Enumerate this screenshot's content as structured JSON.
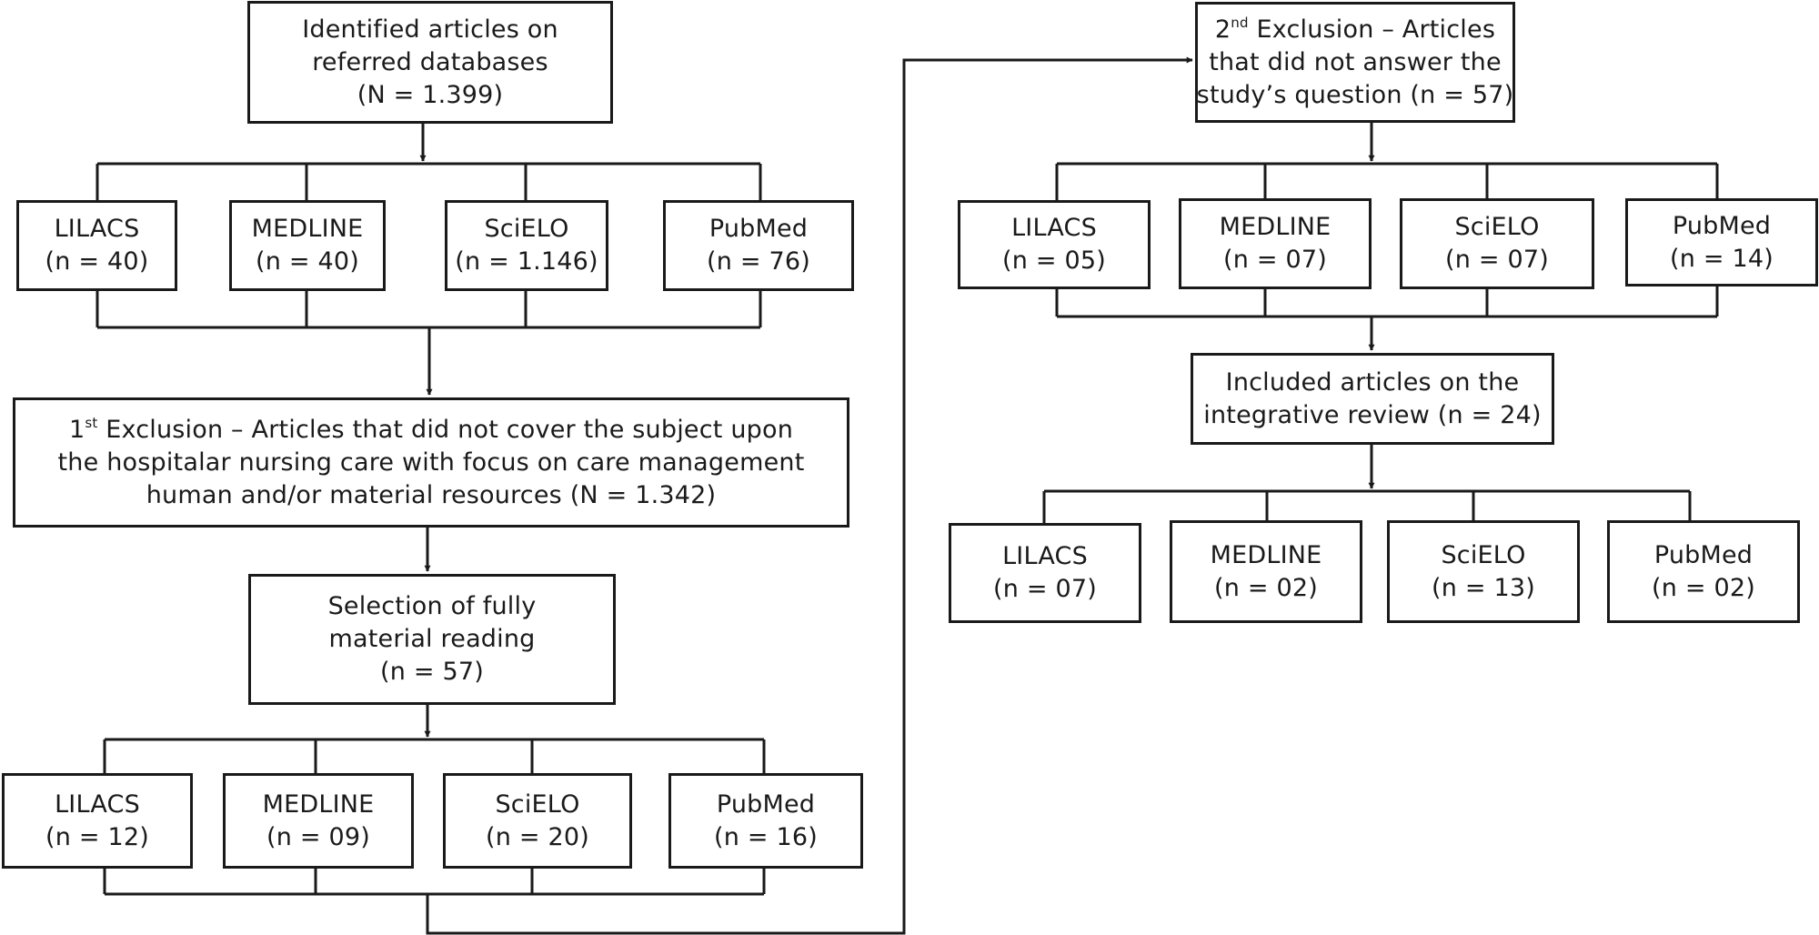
{
  "identified": {
    "line1": "Identified articles on",
    "line2": "referred databases",
    "line3": "(N = 1.399)"
  },
  "db_row_1": [
    {
      "name": "LILACS",
      "count": "(n = 40)"
    },
    {
      "name": "MEDLINE",
      "count": "(n = 40)"
    },
    {
      "name": "SciELO",
      "count": "(n = 1.146)"
    },
    {
      "name": "PubMed",
      "count": "(n = 76)"
    }
  ],
  "exclusion_1": {
    "ordinal": "1",
    "ordinal_suffix": "st",
    "line1_rest": " Exclusion – Articles that did not cover the subject upon",
    "line2": "the hospitalar nursing care with focus on care management",
    "line3": "human and/or material resources (N = 1.342)"
  },
  "selection": {
    "line1": "Selection of fully",
    "line2": "material reading",
    "line3": "(n = 57)"
  },
  "db_row_2": [
    {
      "name": "LILACS",
      "count": "(n = 12)"
    },
    {
      "name": "MEDLINE",
      "count": "(n = 09)"
    },
    {
      "name": "SciELO",
      "count": "(n = 20)"
    },
    {
      "name": "PubMed",
      "count": "(n = 16)"
    }
  ],
  "exclusion_2": {
    "ordinal": "2",
    "ordinal_suffix": "nd",
    "line1_rest": " Exclusion – Articles",
    "line2": "that did not answer the",
    "line3": "study’s question (n = 57)"
  },
  "db_row_3": [
    {
      "name": "LILACS",
      "count": "(n = 05)"
    },
    {
      "name": "MEDLINE",
      "count": "(n = 07)"
    },
    {
      "name": "SciELO",
      "count": "(n = 07)"
    },
    {
      "name": "PubMed",
      "count": "(n = 14)"
    }
  ],
  "included": {
    "line1": "Included articles on the",
    "line2": "integrative review (n = 24)"
  },
  "db_row_4": [
    {
      "name": "LILACS",
      "count": "(n = 07)"
    },
    {
      "name": "MEDLINE",
      "count": "(n = 02)"
    },
    {
      "name": "SciELO",
      "count": "(n = 13)"
    },
    {
      "name": "PubMed",
      "count": "(n = 02)"
    }
  ]
}
